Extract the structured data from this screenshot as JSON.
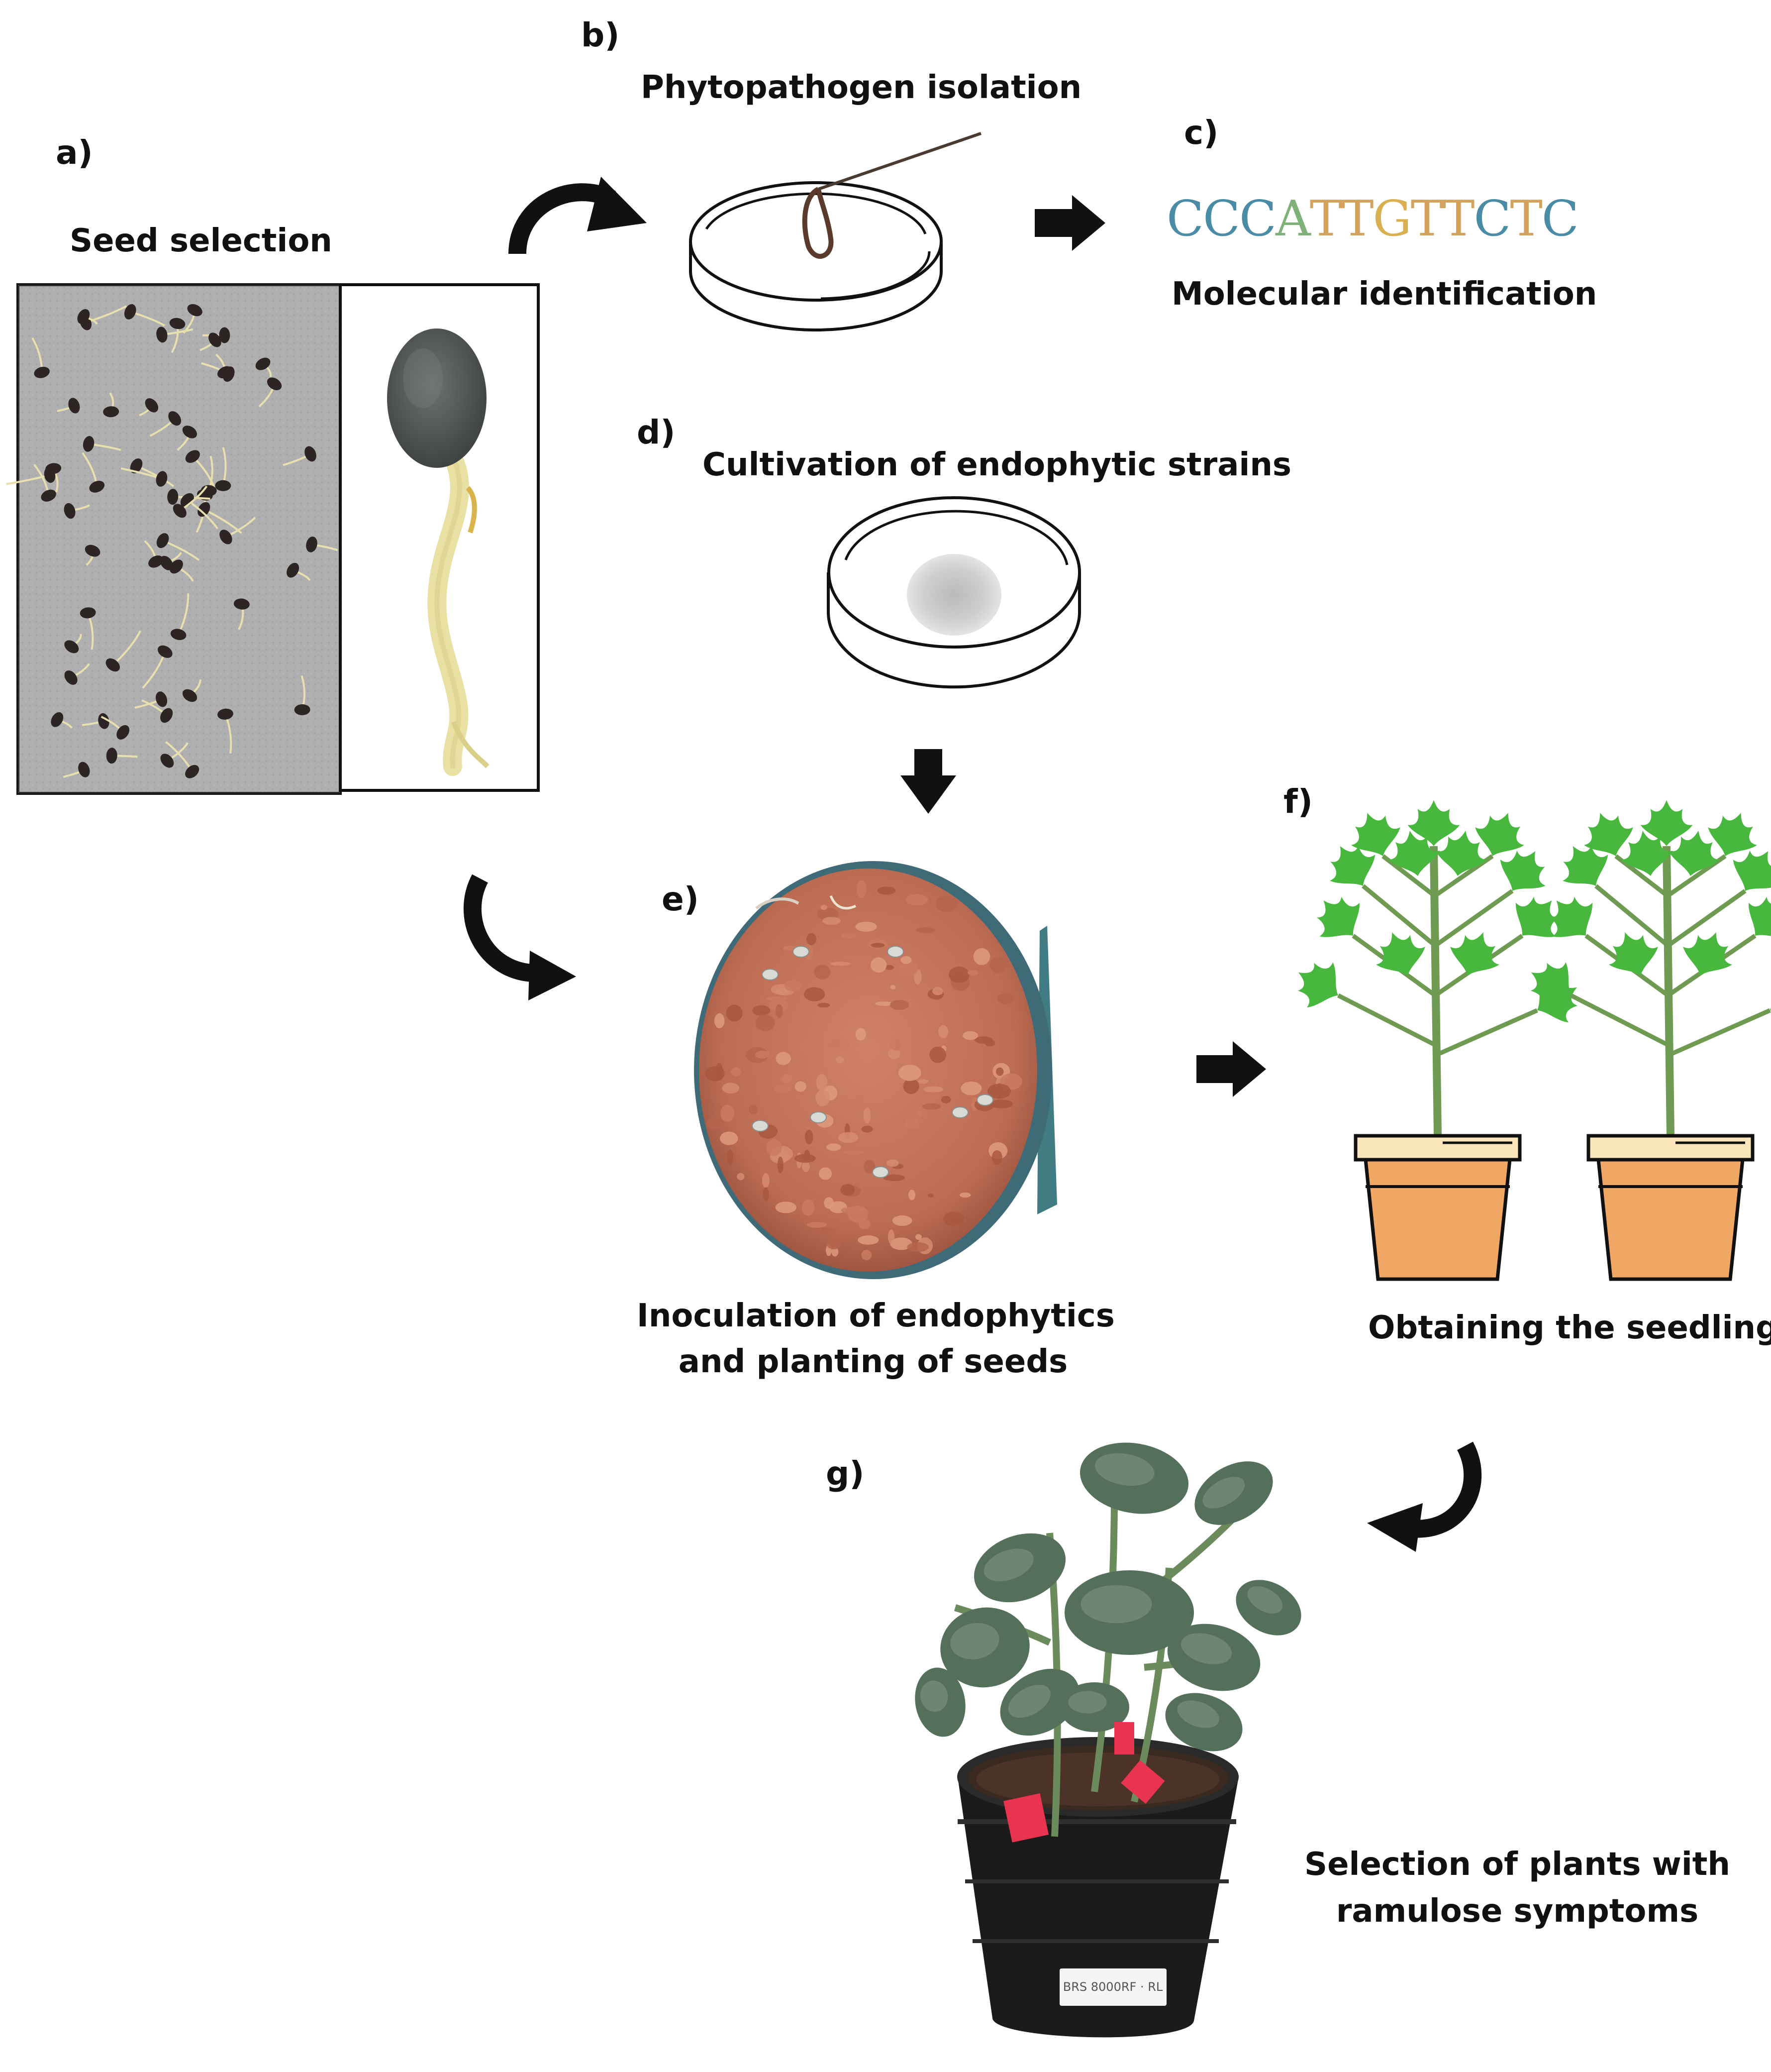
{
  "panels": {
    "a": {
      "letter": "a)",
      "caption": "Seed selection"
    },
    "b": {
      "letter": "b)",
      "caption": "Phytopathogen isolation"
    },
    "c": {
      "letter": "c)",
      "caption": "Molecular identification",
      "sequence": [
        "C",
        "C",
        "C",
        "A",
        "T",
        "T",
        "G",
        "T",
        "T",
        "C",
        "T",
        "C"
      ]
    },
    "d": {
      "letter": "d)",
      "caption": "Cultivation of endophytic strains"
    },
    "e": {
      "letter": "e)",
      "caption_line1": "Inoculation of endophytics",
      "caption_line2": "and planting of seeds"
    },
    "f": {
      "letter": "f)",
      "caption": "Obtaining the seedlings"
    },
    "g": {
      "letter": "g)",
      "caption_line1": "Selection of plants with",
      "caption_line2": "ramulose symptoms",
      "tag_text": "BRS 8000RF · RL"
    }
  },
  "colors": {
    "nucleotide": {
      "C": "#4a8ba6",
      "A": "#7fb27a",
      "T": "#d3a25c",
      "G": "#d8b050"
    },
    "arrow": "#111111",
    "soil": "#c07259",
    "pot": "#f0a764",
    "pot_rim": "#fbe6bb",
    "leaf": "#47b73d",
    "stem": "#6e9a52",
    "plant_pot": "#1c1c1c",
    "plant_leaf": "#55705a",
    "label_tag": "#e8344f"
  },
  "icons": [
    "curved-arrow-icon",
    "right-arrow-icon",
    "down-arrow-icon",
    "petri-dish-icon",
    "inoculation-loop-icon",
    "seedling-plant-icon",
    "flower-pot-icon"
  ]
}
